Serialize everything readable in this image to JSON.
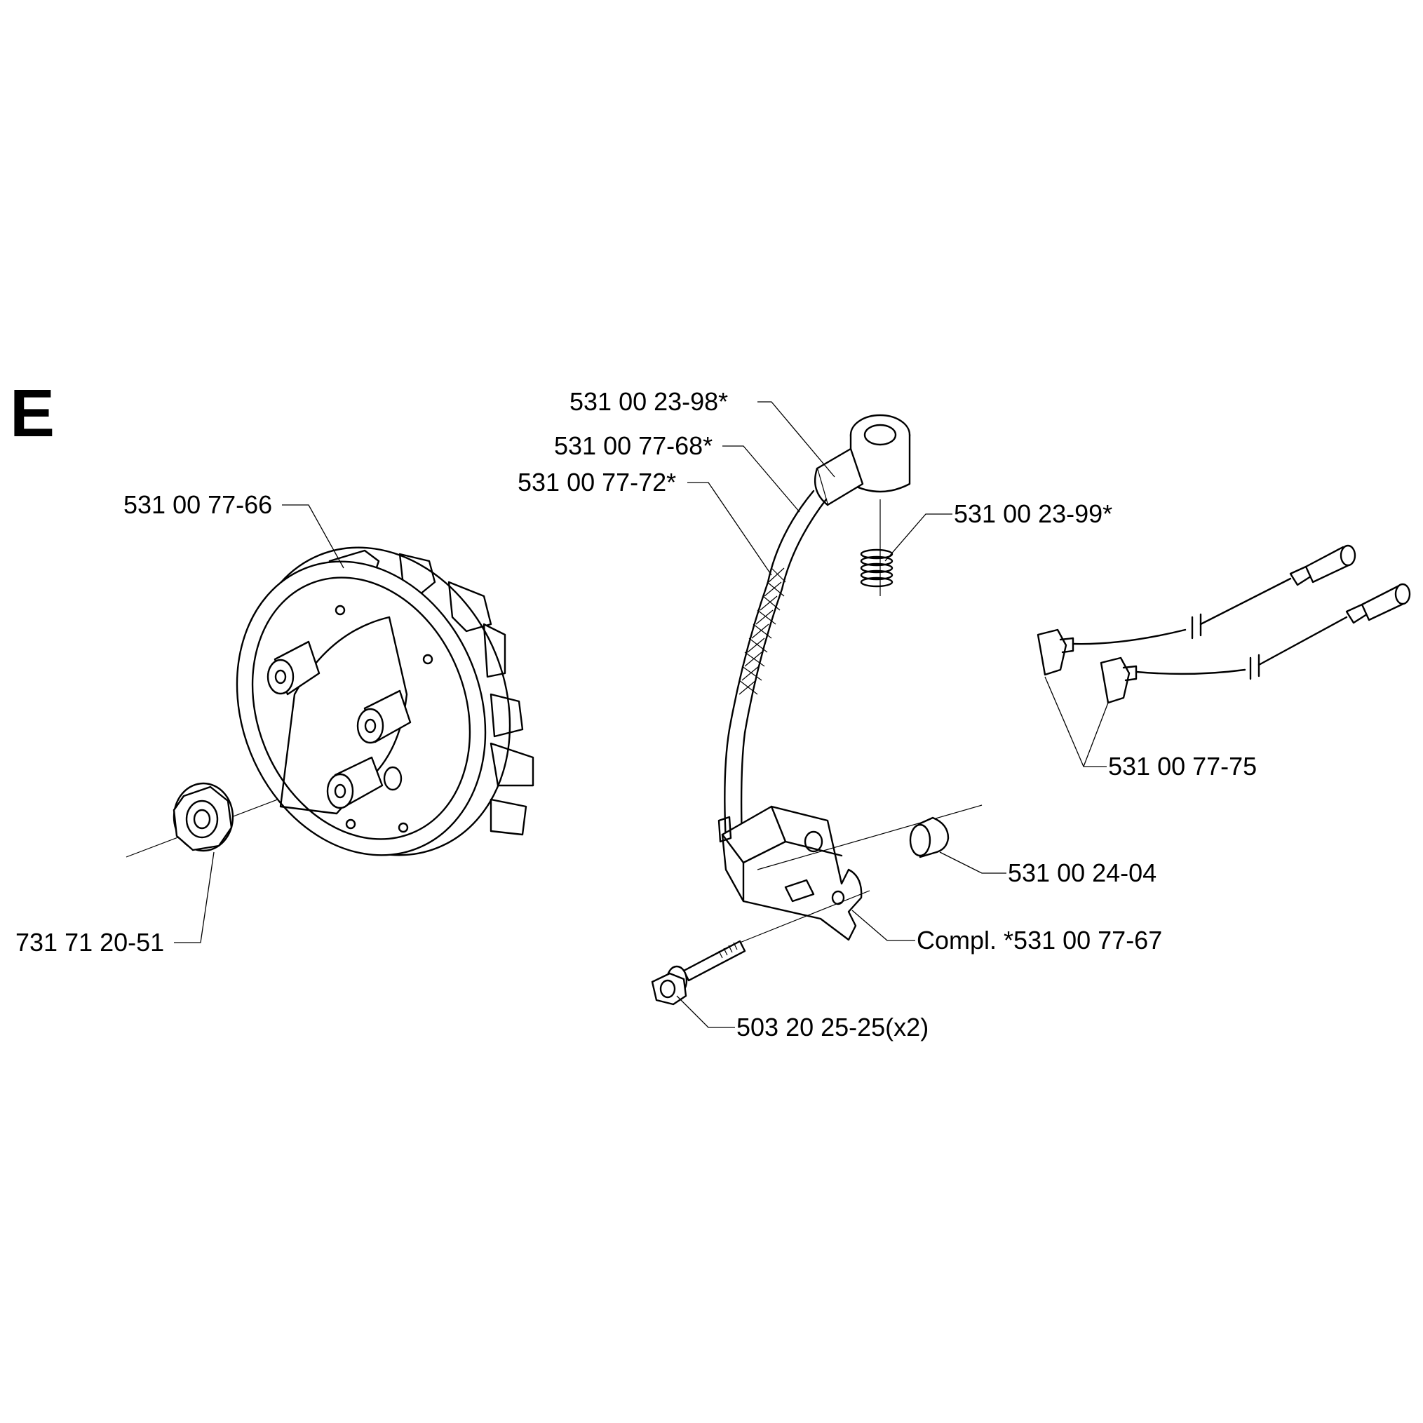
{
  "section": {
    "letter": "E"
  },
  "parts": {
    "flywheel": "531 00 77-66",
    "flywheel_nut": "731 71 20-51",
    "spark_plug_cap": "531 00 23-98*",
    "ignition_lead": "531 00 77-68*",
    "lead_sleeve": "531 00 77-72*",
    "cap_spring": "531 00 23-99*",
    "short_circuit_cables": "531 00 77-75",
    "spacer": "531 00 24-04",
    "ignition_module": "Compl. *531 00 77-67",
    "screw": "503 20 25-25(x2)"
  }
}
